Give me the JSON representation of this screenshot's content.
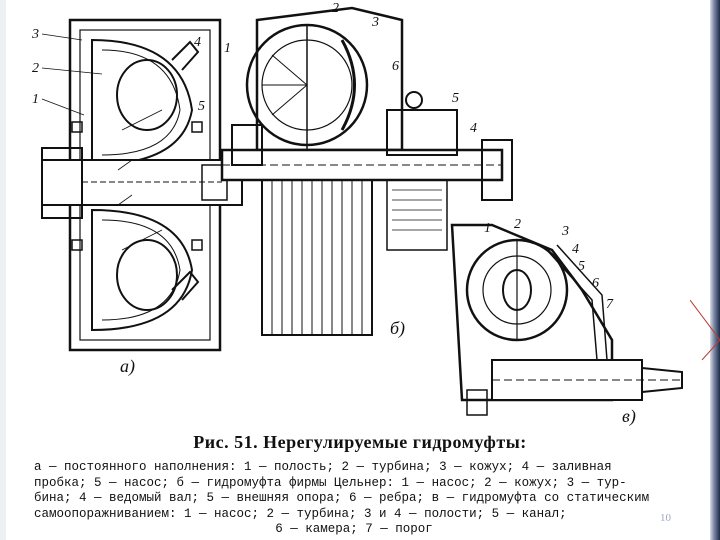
{
  "figure": {
    "sub_labels": {
      "a": "а)",
      "b": "б)",
      "v": "в)"
    },
    "callouts_a": [
      "3",
      "2",
      "1",
      "4",
      "5"
    ],
    "callouts_b": [
      "1",
      "2",
      "3",
      "6",
      "5",
      "4"
    ],
    "callouts_v": [
      "1",
      "2",
      "3",
      "4",
      "5",
      "6",
      "7"
    ]
  },
  "caption": {
    "title": "Рис. 51. Нерегулируемые гидромуфты:",
    "lines": [
      "а — постоянного наполнения: 1 — полость; 2 — турбина; 3 — кожух; 4 — заливная",
      "пробка; 5 — насос; б — гидромуфта фирмы Цельнер: 1 — насос; 2 — кожух; 3 — тур-",
      "бина; 4 — ведомый вал; 5 — внешняя опора; 6 — ребра; в — гидромуфта со статическим",
      "самоопоражниванием: 1 — насос; 2 — турбина; 3 и 4 — полости; 5 — канал;",
      "6 — камера; 7 — порог"
    ]
  },
  "slide_number": "10",
  "colors": {
    "ink": "#111111",
    "border": "#1c2a4a",
    "accent": "#c0392b"
  }
}
